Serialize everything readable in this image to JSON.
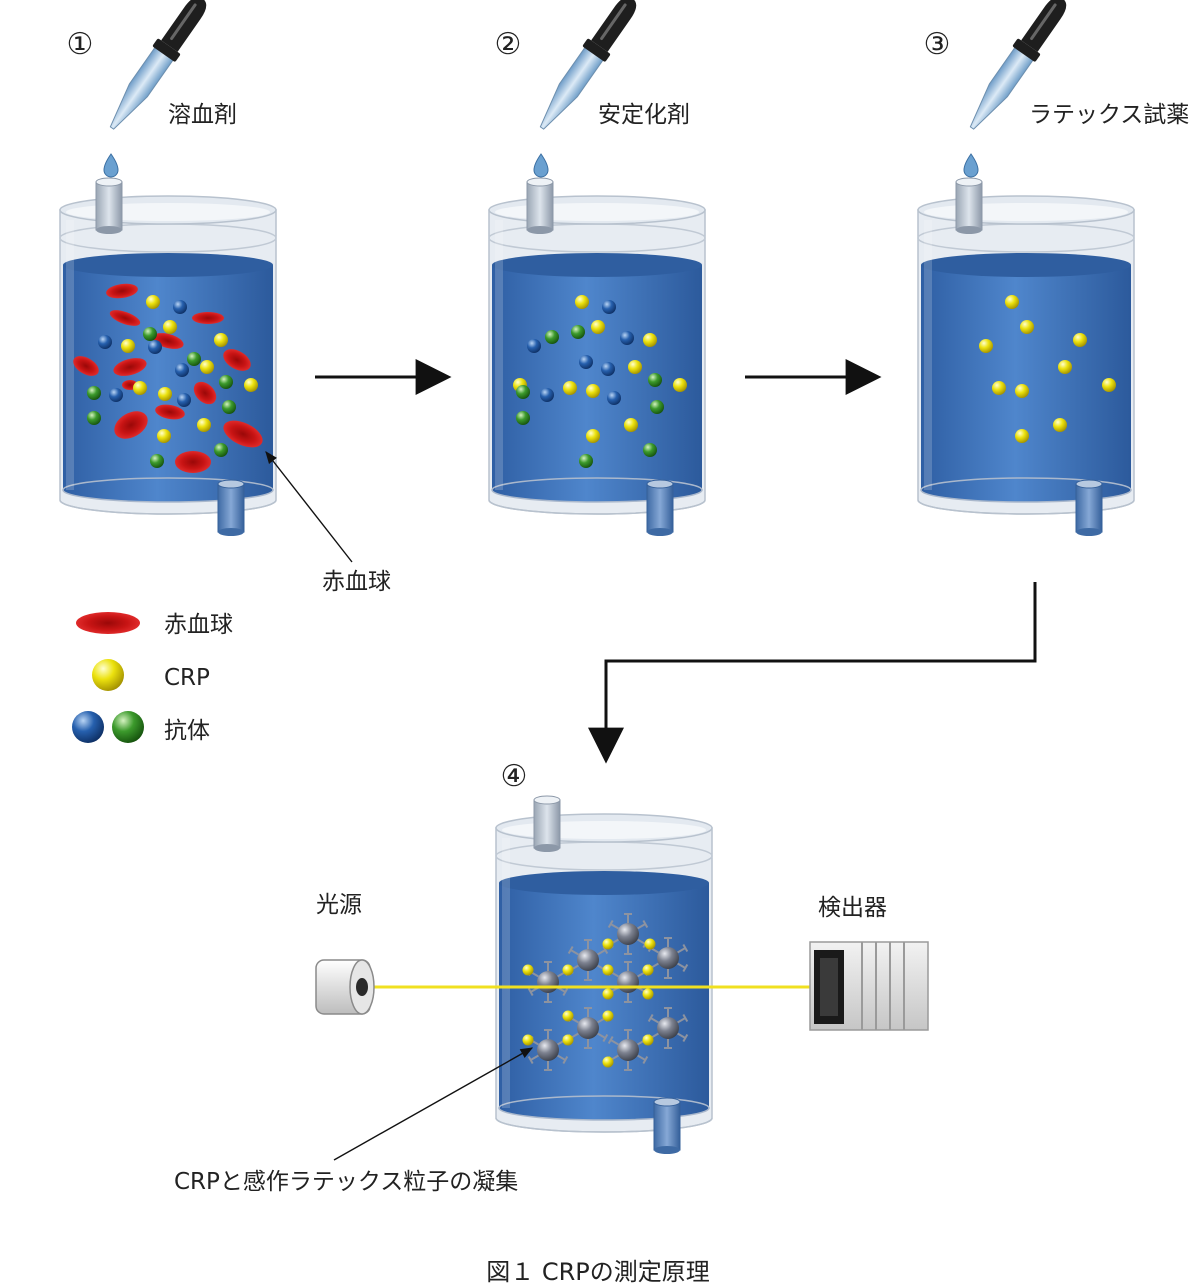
{
  "steps": [
    {
      "number": "①",
      "reagent": "溶血剤"
    },
    {
      "number": "②",
      "reagent": "安定化剤"
    },
    {
      "number": "③",
      "reagent": "ラテックス試薬"
    }
  ],
  "step4": {
    "number": "④"
  },
  "labels": {
    "rbc_pointer": "赤血球",
    "light_source": "光源",
    "detector": "検出器",
    "aggregation": "CRPと感作ラテックス粒子の凝集"
  },
  "legend": [
    {
      "label": "赤血球",
      "icon": "red-blood-cell-icon"
    },
    {
      "label": "CRP",
      "icon": "yellow-sphere-icon"
    },
    {
      "label": "抗体",
      "icon": "blue-green-sphere-icon"
    }
  ],
  "caption": "図１ CRPの測定原理",
  "colors": {
    "liquid": "#3a6db2",
    "rbc": "#d01818",
    "crp": "#e8dc10",
    "antibody_blue": "#1f5aa6",
    "antibody_green": "#3c9a2c",
    "beam": "#f0e020",
    "latex": "#7d8290"
  }
}
